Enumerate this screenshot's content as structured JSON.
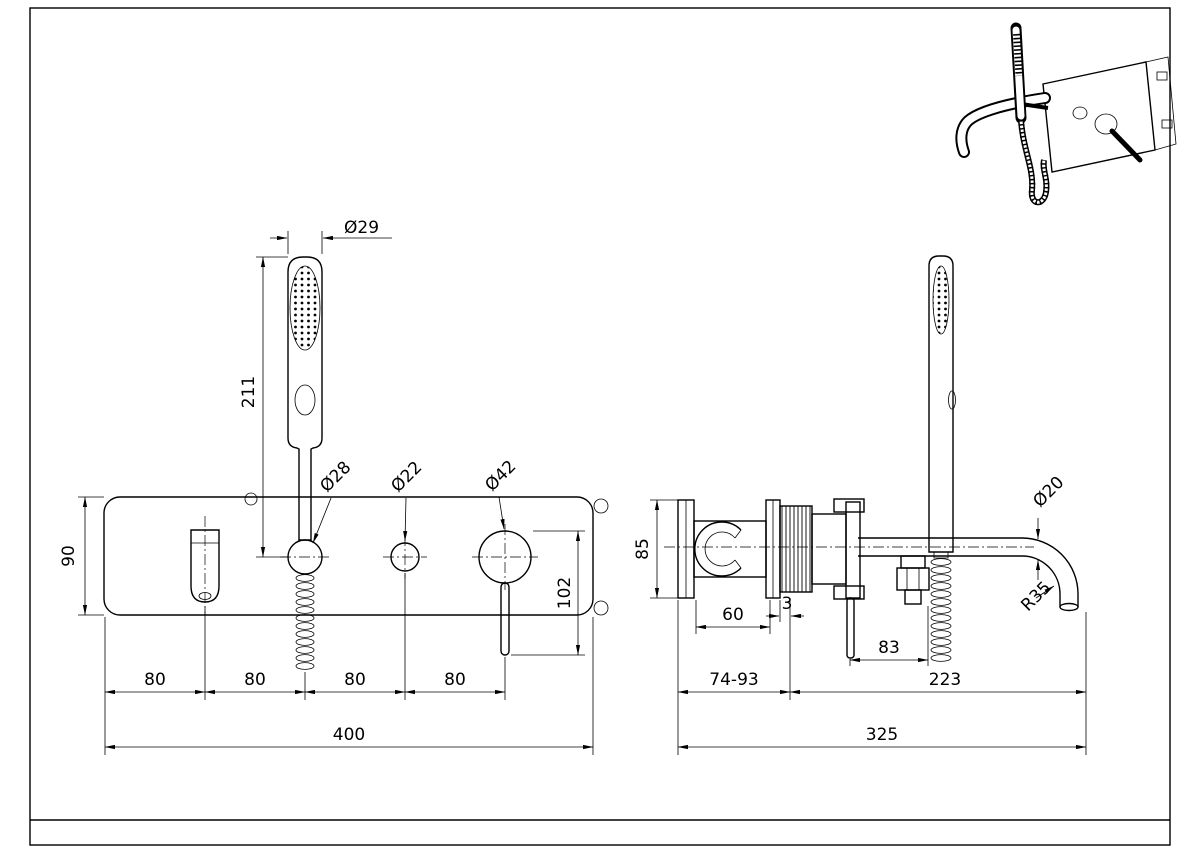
{
  "sheet": {
    "background_color": "#ffffff",
    "line_color": "#000000"
  },
  "front_view": {
    "dim_handshower_width": "Ø29",
    "dim_wand_height": "211",
    "dim_plate_height": "90",
    "label_holder_dia": "Ø28",
    "label_small_knob_dia": "Ø22",
    "label_large_knob_dia": "Ø42",
    "dim_handle_drop": "102",
    "dim_spacings": [
      "80",
      "80",
      "80",
      "80"
    ],
    "dim_plate_width": "400"
  },
  "side_view": {
    "dim_body_height": "85",
    "dim_body_width": "60",
    "dim_plate_thickness": "3",
    "dim_wall_depth_range": "74-93",
    "dim_handle_length": "83",
    "dim_spout_reach": "223",
    "dim_total_depth": "325",
    "label_spout_dia": "Ø20",
    "label_spout_radius": "R35"
  }
}
